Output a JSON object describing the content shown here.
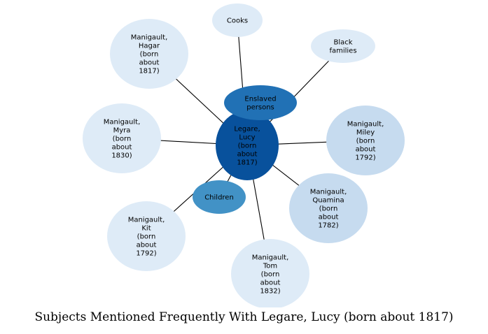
{
  "caption": "Subjects Mentioned Frequently With Legare, Lucy (born about 1817)",
  "colors": {
    "center": "#08519c",
    "strong": "#2171b5",
    "medium": "#4292c6",
    "light": "#c6dbef",
    "faint": "#deebf7",
    "edge": "#000000"
  },
  "nodes": [
    {
      "id": "cooks",
      "label_lines": [
        "Cooks"
      ],
      "tone": "faint"
    },
    {
      "id": "black-families",
      "label_lines": [
        "Black",
        "families"
      ],
      "tone": "faint"
    },
    {
      "id": "hagar",
      "label_lines": [
        "Manigault,",
        "Hagar",
        "(born",
        "about",
        "1817)"
      ],
      "tone": "faint"
    },
    {
      "id": "myra",
      "label_lines": [
        "Manigault,",
        "Myra",
        "(born",
        "about",
        "1830)"
      ],
      "tone": "faint"
    },
    {
      "id": "miley",
      "label_lines": [
        "Manigault,",
        "Miley",
        "(born",
        "about",
        "1792)"
      ],
      "tone": "light"
    },
    {
      "id": "quamina",
      "label_lines": [
        "Manigault,",
        "Quamina",
        "(born",
        "about",
        "1782)"
      ],
      "tone": "light"
    },
    {
      "id": "kit",
      "label_lines": [
        "Manigault,",
        "Kit",
        "(born",
        "about",
        "1792)"
      ],
      "tone": "faint"
    },
    {
      "id": "tom",
      "label_lines": [
        "Manigault,",
        "Tom",
        "(born",
        "about",
        "1832)"
      ],
      "tone": "faint"
    },
    {
      "id": "center",
      "label_lines": [
        "Legare,",
        "Lucy",
        "(born",
        "about",
        "1817)"
      ],
      "tone": "center"
    },
    {
      "id": "enslaved-persons",
      "label_lines": [
        "Enslaved",
        "persons"
      ],
      "tone": "strong"
    },
    {
      "id": "children",
      "label_lines": [
        "Children"
      ],
      "tone": "medium"
    }
  ],
  "edges": [
    [
      "center",
      "cooks"
    ],
    [
      "center",
      "black-families"
    ],
    [
      "center",
      "hagar"
    ],
    [
      "center",
      "myra"
    ],
    [
      "center",
      "miley"
    ],
    [
      "center",
      "quamina"
    ],
    [
      "center",
      "kit"
    ],
    [
      "center",
      "tom"
    ],
    [
      "center",
      "enslaved-persons"
    ],
    [
      "center",
      "children"
    ]
  ]
}
